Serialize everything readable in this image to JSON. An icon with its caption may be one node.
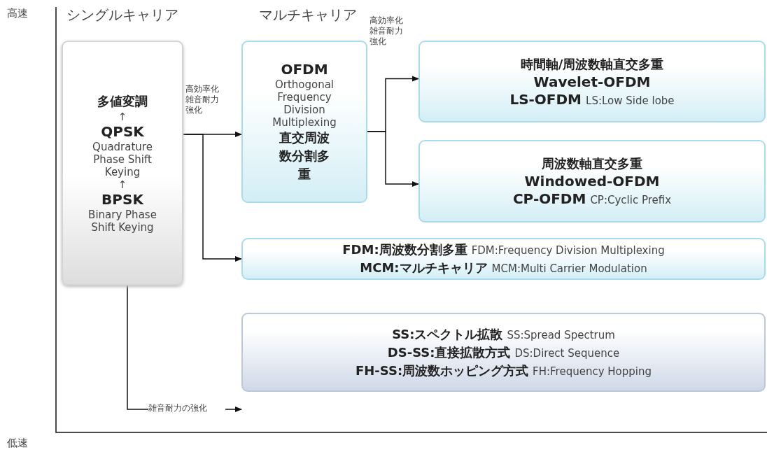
{
  "diagram": {
    "nodes": [
      {
        "text": [
          "多値変調",
          "↑",
          "QPSK",
          "Quadrature Phase Shift Keying",
          "↑",
          "BPSK",
          "Binary Phase Shift Keying"
        ]
      },
      {
        "text": [
          "OFDM",
          "Orthogonal Frequency Division Multiplexing",
          "直交周波数分割多重"
        ]
      },
      {
        "text": [
          "時間軸/周波数軸直交多重",
          "Wavelet-OFDM",
          "LS-OFDM",
          "LS:Low Side lobe"
        ]
      },
      {
        "text": [
          "周波数軸直交多重",
          "Windowed-OFDM",
          "CP-OFDM",
          "CP:Cyclic Prefix"
        ]
      },
      {
        "text": [
          "FDM:周波数分割多重",
          "FDM:Frequency Division Multiplexing",
          "MCM:マルチキャリア",
          "MCM:Multi Carrier Modulation"
        ]
      },
      {
        "text": [
          "SS:スペクトル拡散",
          "SS:Spread Spectrum",
          "DS-SS:直接拡散方式",
          "DS:Direct Sequence",
          "FH-SS:周波数ホッピング方式",
          "FH:Frequency Hopping"
        ]
      }
    ],
    "edges": [
      {
        "from": 0,
        "to": 1,
        "arrow": "to",
        "label": "高効率化雑音耐力強化"
      },
      {
        "from": 0,
        "to": 4,
        "arrow": "to"
      },
      {
        "from": 1,
        "to": 2,
        "arrow": "to",
        "label": "高効率化雑音耐力強化"
      },
      {
        "from": 1,
        "to": 3,
        "arrow": "to"
      },
      {
        "from": 0,
        "to": 5,
        "arrow": "to",
        "label": "雑音耐力の強化"
      }
    ],
    "labels": [
      "高速",
      "シングルキャリア",
      "マルチキャリア",
      "低速"
    ]
  }
}
